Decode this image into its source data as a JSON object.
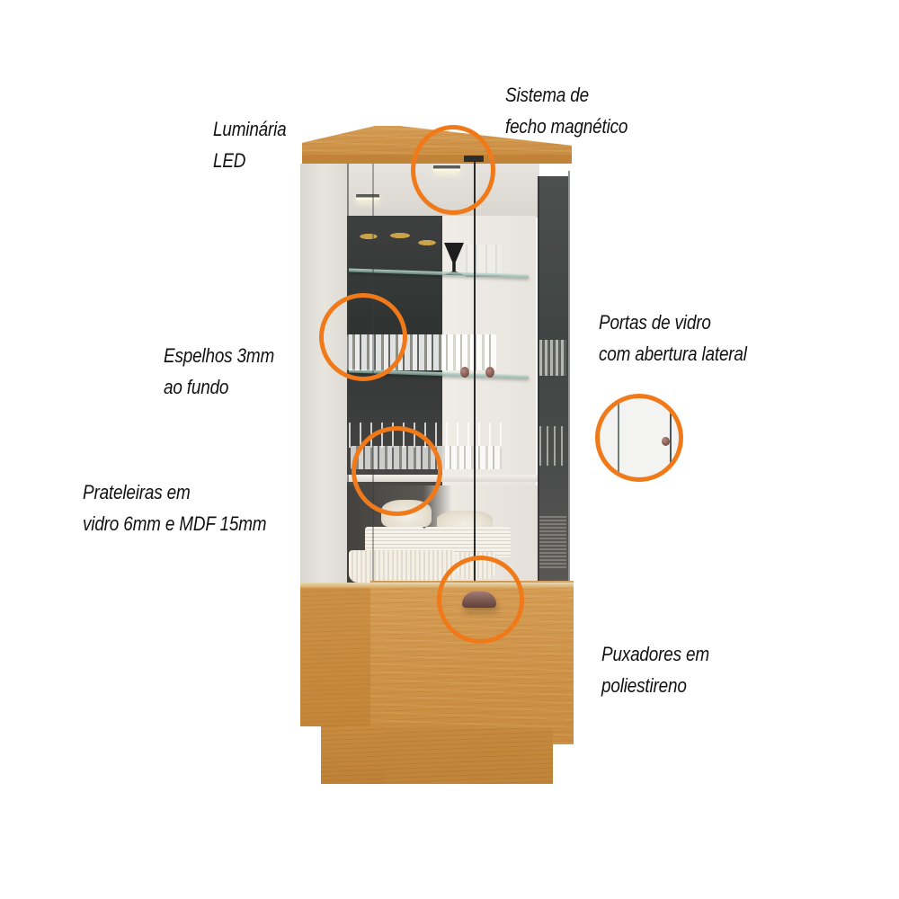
{
  "product": {
    "type": "glass display cabinet (cristaleira) with wood base",
    "colors": {
      "accent_orange": "#f07a1a",
      "wood": "#cf9449",
      "cabinet_white": "#e9e6e1",
      "mirror_dark": "#2f3432",
      "handle": "#7a5048"
    }
  },
  "callouts": [
    {
      "id": "led",
      "lines": [
        "Luminária",
        "LED"
      ]
    },
    {
      "id": "magnetic-lock",
      "lines": [
        "Sistema de",
        "fecho magnético"
      ]
    },
    {
      "id": "mirrors",
      "lines": [
        "Espelhos 3mm",
        "ao fundo"
      ]
    },
    {
      "id": "glass-doors",
      "lines": [
        "Portas de vidro",
        "com abertura lateral"
      ]
    },
    {
      "id": "shelves",
      "lines": [
        "Prateleiras em",
        "vidro 6mm e MDF 15mm"
      ]
    },
    {
      "id": "handles",
      "lines": [
        "Puxadores em",
        "poliestireno"
      ]
    }
  ]
}
